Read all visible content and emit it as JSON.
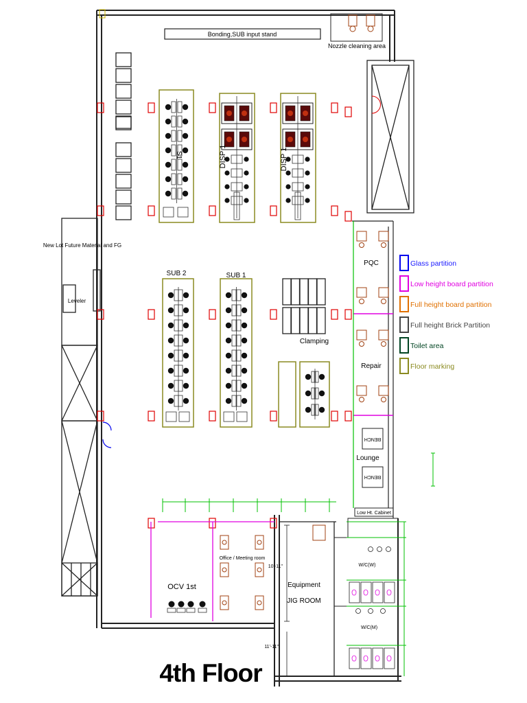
{
  "title": "4th Floor",
  "labels": {
    "bonding_stand": "Bonding,SUB input stand",
    "nozzle": "Nozzle cleaning area",
    "new_lot": "New Lot Future Material and FG",
    "leveler": "Leveler",
    "disp1_a": "DISP 1",
    "disp1_b": "DISP 1",
    "s1": "S1",
    "sub2": "SUB 2",
    "sub1": "SUB 1",
    "clamping": "Clamping",
    "pqc": "PQC",
    "repair": "Repair",
    "lounge": "Lounge",
    "bench1": "BENCH",
    "bench2": "BENCH",
    "low_cabinet": "Low Ht. Cabinet",
    "office": "Office / Meeting room",
    "ocv": "OCV 1st",
    "equipment": "Equipment",
    "jig_room": "JIG ROOM",
    "wc_m_upper": "W/C(W)",
    "wc_m_lower": "W/C(M)",
    "dim_1": "10'-11\"",
    "dim_2": "11'-11\""
  },
  "legend": [
    {
      "label": "Glass partition",
      "color": "#0000ee",
      "text_color": "#1a1aff"
    },
    {
      "label": "Low height board partition",
      "color": "#e000e0",
      "text_color": "#e000e0"
    },
    {
      "label": "Full height board partition",
      "color": "#e07000",
      "text_color": "#e07000"
    },
    {
      "label": "Full height Brick Partition",
      "color": "#444444",
      "text_color": "#444444"
    },
    {
      "label": "Toilet area",
      "color": "#004422",
      "text_color": "#004422"
    },
    {
      "label": "Floor marking",
      "color": "#8a8a20",
      "text_color": "#8a8a20"
    }
  ],
  "colors": {
    "wall": "#222222",
    "column": "#e00000",
    "floor_marking": "#8a8a20",
    "low_partition": "#e000e0",
    "dimension": "#00c000",
    "furniture": "#a04010"
  }
}
